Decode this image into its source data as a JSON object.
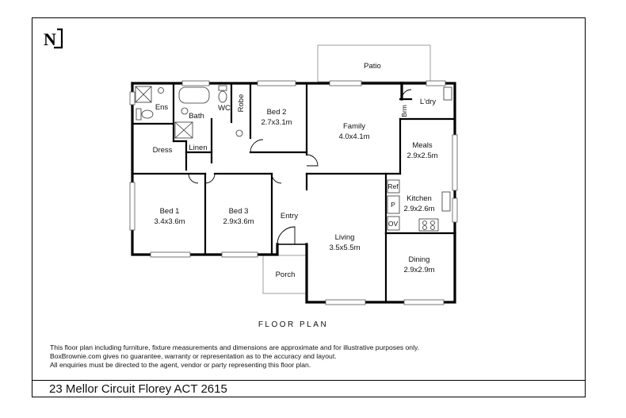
{
  "compass": {
    "letter": "N"
  },
  "plan_title": "FLOOR PLAN",
  "rooms": {
    "patio": {
      "name": "Patio"
    },
    "ens": {
      "name": "Ens"
    },
    "bath": {
      "name": "Bath"
    },
    "wc": {
      "name": "WC"
    },
    "robe": {
      "name": "Robe"
    },
    "bed2": {
      "name": "Bed 2",
      "dims": "2.7x3.1m"
    },
    "family": {
      "name": "Family",
      "dims": "4.0x4.1m"
    },
    "brm": {
      "name": "Brm"
    },
    "laundry": {
      "name": "L'dry"
    },
    "dress": {
      "name": "Dress"
    },
    "linen": {
      "name": "Linen"
    },
    "meals": {
      "name": "Meals",
      "dims": "2.9x2.5m"
    },
    "ref": {
      "name": "Ref"
    },
    "pantry": {
      "name": "P"
    },
    "oven": {
      "name": "OV"
    },
    "kitchen": {
      "name": "Kitchen",
      "dims": "2.9x2.6m"
    },
    "bed1": {
      "name": "Bed 1",
      "dims": "3.4x3.6m"
    },
    "bed3": {
      "name": "Bed 3",
      "dims": "2.9x3.6m"
    },
    "entry": {
      "name": "Entry"
    },
    "living": {
      "name": "Living",
      "dims": "3.5x5.5m"
    },
    "dining": {
      "name": "Dining",
      "dims": "2.9x2.9m"
    },
    "porch": {
      "name": "Porch"
    }
  },
  "disclaimer": [
    "This floor plan including furniture, fixture measurements and dimensions are approximate and for illustrative purposes only.",
    "BoxBrownie.com gives no guarantee, warranty or representation as to the accuracy and layout.",
    "All enquiries must be directed to the agent, vendor or party representing this floor plan."
  ],
  "address": "23 Mellor Circuit Florey ACT 2615"
}
